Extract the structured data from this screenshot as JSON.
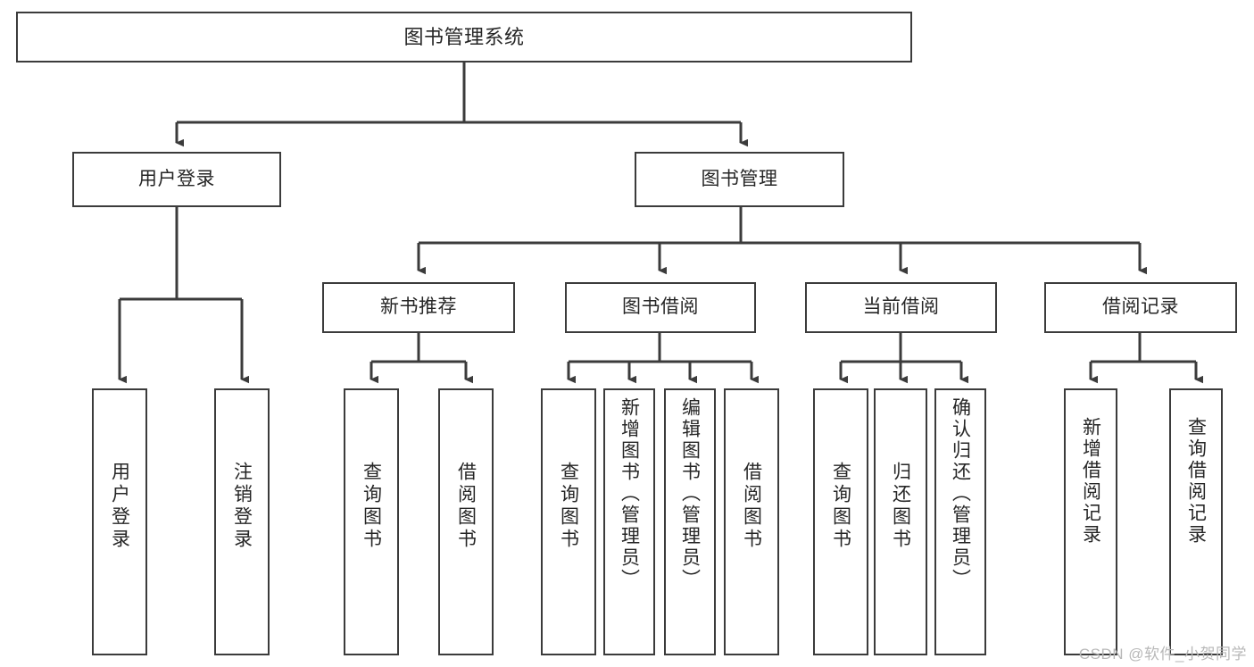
{
  "diagram": {
    "title": "图书管理系统",
    "type": "tree",
    "root": {
      "id": "root",
      "label": "图书管理系统",
      "orientation": "horizontal"
    },
    "level1": [
      {
        "id": "user-login",
        "label": "用户登录",
        "orientation": "horizontal"
      },
      {
        "id": "book-management",
        "label": "图书管理",
        "orientation": "horizontal"
      }
    ],
    "level2": [
      {
        "id": "new-book-recommend",
        "label": "新书推荐",
        "parent": "book-management",
        "orientation": "horizontal"
      },
      {
        "id": "book-borrow",
        "label": "图书借阅",
        "parent": "book-management",
        "orientation": "horizontal"
      },
      {
        "id": "current-borrow",
        "label": "当前借阅",
        "parent": "book-management",
        "orientation": "horizontal"
      },
      {
        "id": "borrow-record",
        "label": "借阅记录",
        "parent": "book-management",
        "orientation": "horizontal"
      }
    ],
    "leaves": [
      {
        "id": "leaf-user-login",
        "label": "用户登录",
        "parent": "user-login",
        "orientation": "vertical"
      },
      {
        "id": "leaf-user-logout",
        "label": "注销登录",
        "parent": "user-login",
        "orientation": "vertical"
      },
      {
        "id": "leaf-query-book-recommend",
        "label": "查询图书",
        "parent": "new-book-recommend",
        "orientation": "vertical"
      },
      {
        "id": "leaf-borrow-book-recommend",
        "label": "借阅图书",
        "parent": "new-book-recommend",
        "orientation": "vertical"
      },
      {
        "id": "leaf-query-book-borrow",
        "label": "查询图书",
        "parent": "book-borrow",
        "orientation": "vertical"
      },
      {
        "id": "leaf-add-book",
        "label": "新增图书（管理员）",
        "parent": "book-borrow",
        "orientation": "vertical"
      },
      {
        "id": "leaf-edit-book",
        "label": "编辑图书（管理员）",
        "parent": "book-borrow",
        "orientation": "vertical"
      },
      {
        "id": "leaf-borrow-book",
        "label": "借阅图书",
        "parent": "book-borrow",
        "orientation": "vertical"
      },
      {
        "id": "leaf-query-book-current",
        "label": "查询图书",
        "parent": "current-borrow",
        "orientation": "vertical"
      },
      {
        "id": "leaf-return-book",
        "label": "归还图书",
        "parent": "current-borrow",
        "orientation": "vertical"
      },
      {
        "id": "leaf-confirm-return",
        "label": "确认归还（管理员）",
        "parent": "current-borrow",
        "orientation": "vertical"
      },
      {
        "id": "leaf-add-borrow-record",
        "label": "新增借阅记录",
        "parent": "borrow-record",
        "orientation": "vertical"
      },
      {
        "id": "leaf-query-borrow-record",
        "label": "查询借阅记录",
        "parent": "borrow-record",
        "orientation": "vertical"
      }
    ]
  },
  "watermark": {
    "text": "CSDN @软件_小贺同学"
  },
  "colors": {
    "stroke": "#3b3b3b",
    "text": "#262626",
    "background": "#ffffff",
    "watermark": "#b8b8b8"
  }
}
